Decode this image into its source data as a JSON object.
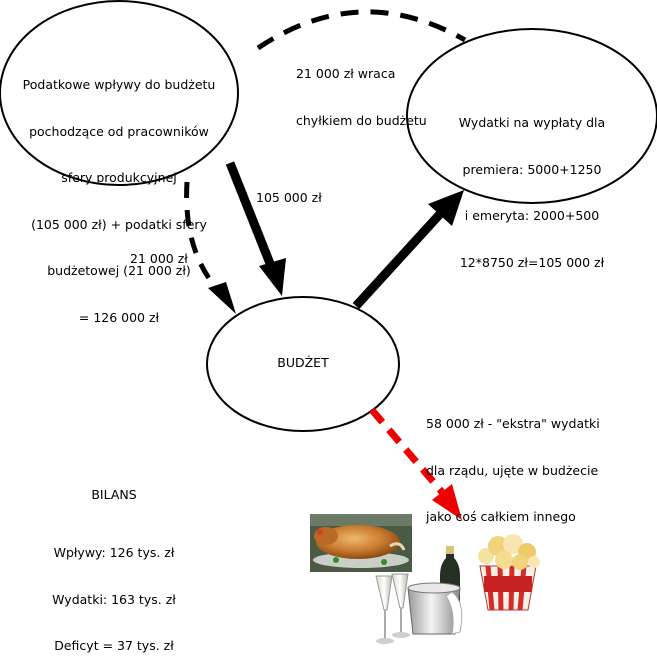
{
  "nodes": {
    "left_lines": [
      "Podatkowe wpływy do budżetu",
      "pochodzące od pracowników",
      "sfery produkcyjnej",
      "(105 000 zł) + podatki sfery",
      "budżetowej (21 000 zł)",
      "= 126 000 zł"
    ],
    "right_lines": [
      "Wydatki na wypłaty dla",
      "premiera: 5000+1250",
      "i emeryta: 2000+500",
      "12*8750 zł=105 000 zł"
    ],
    "budget_label": "BUDŻET"
  },
  "edges": {
    "top_lines": [
      "21 000 zł wraca",
      "chyłkiem do budżetu"
    ],
    "solid_label": "105 000 zł",
    "dashed_label": "21 000 zł",
    "extra_lines": [
      "58 000 zł - \"ekstra\" wydatki",
      "dla rządu, ujęte w budżecie",
      "jako coś całkiem innego"
    ]
  },
  "balance": {
    "title": "BILANS",
    "lines": [
      "Wpływy: 126 tys. zł",
      "Wydatki: 163 tys. zł",
      "Deficyt = 37 tys. zł"
    ]
  },
  "images": [
    "roast-pig-image",
    "champagne-image",
    "popcorn-image"
  ],
  "colors": {
    "extra_arrow": "#ee0000"
  }
}
